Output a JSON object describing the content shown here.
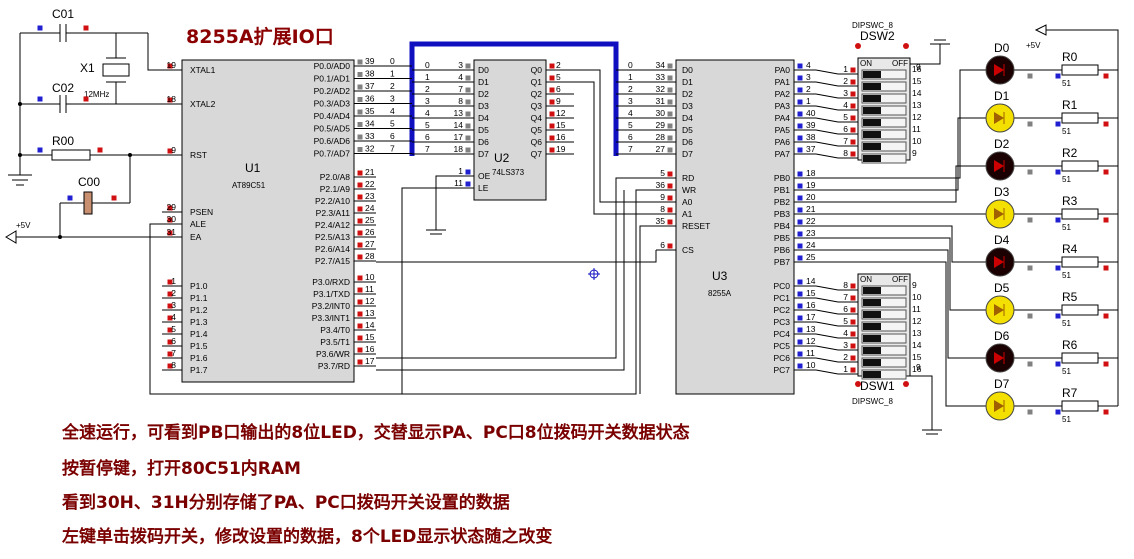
{
  "title": "8255A扩展IO口",
  "notes": [
    "全速运行，可看到PB口输出的8位LED，交替显示PA、PC口8位拨码开关数据状态",
    "按暂停键，打开80C51内RAM",
    "看到30H、31H分别存储了PA、PC口拨码开关设置的数据",
    "左键单击拨码开关，修改设置的数据，8个LED显示状态随之改变"
  ],
  "components": {
    "c01": "C01",
    "c02": "C02",
    "x1": "X1",
    "x1_value": "12MHz",
    "r00": "R00",
    "c00": "C00",
    "vcc_label": "+5V",
    "u1_ref": "U1",
    "u1_part": "AT89C51",
    "u2_ref": "U2",
    "u2_part": "74LS373",
    "u3_ref": "U3",
    "u3_part": "8255A",
    "dsw2_ref": "DSW2",
    "dsw2_part": "DIPSWC_8",
    "dsw1_ref": "DSW1",
    "dsw1_part": "DIPSWC_8",
    "dsw_on": "ON",
    "dsw_off": "OFF",
    "vcc_right": "+5V"
  },
  "u1": {
    "left_pins": [
      {
        "num": "19",
        "name": "XTAL1"
      },
      {
        "num": "18",
        "name": "XTAL2"
      },
      {
        "num": "9",
        "name": "RST"
      },
      {
        "num": "29",
        "name": "PSEN"
      },
      {
        "num": "30",
        "name": "ALE"
      },
      {
        "num": "31",
        "name": "EA"
      },
      {
        "num": "1",
        "name": "P1.0"
      },
      {
        "num": "2",
        "name": "P1.1"
      },
      {
        "num": "3",
        "name": "P1.2"
      },
      {
        "num": "4",
        "name": "P1.3"
      },
      {
        "num": "5",
        "name": "P1.4"
      },
      {
        "num": "6",
        "name": "P1.5"
      },
      {
        "num": "7",
        "name": "P1.6"
      },
      {
        "num": "8",
        "name": "P1.7"
      }
    ],
    "right_pins": [
      {
        "num": "39",
        "name": "P0.0/AD0"
      },
      {
        "num": "38",
        "name": "P0.1/AD1"
      },
      {
        "num": "37",
        "name": "P0.2/AD2"
      },
      {
        "num": "36",
        "name": "P0.3/AD3"
      },
      {
        "num": "35",
        "name": "P0.4/AD4"
      },
      {
        "num": "34",
        "name": "P0.5/AD5"
      },
      {
        "num": "33",
        "name": "P0.6/AD6"
      },
      {
        "num": "32",
        "name": "P0.7/AD7"
      },
      {
        "num": "21",
        "name": "P2.0/A8"
      },
      {
        "num": "22",
        "name": "P2.1/A9"
      },
      {
        "num": "23",
        "name": "P2.2/A10"
      },
      {
        "num": "24",
        "name": "P2.3/A11"
      },
      {
        "num": "25",
        "name": "P2.4/A12"
      },
      {
        "num": "26",
        "name": "P2.5/A13"
      },
      {
        "num": "27",
        "name": "P2.6/A14"
      },
      {
        "num": "28",
        "name": "P2.7/A15"
      },
      {
        "num": "10",
        "name": "P3.0/RXD"
      },
      {
        "num": "11",
        "name": "P3.1/TXD"
      },
      {
        "num": "12",
        "name": "P3.2/INT0"
      },
      {
        "num": "13",
        "name": "P3.3/INT1"
      },
      {
        "num": "14",
        "name": "P3.4/T0"
      },
      {
        "num": "15",
        "name": "P3.5/T1"
      },
      {
        "num": "16",
        "name": "P3.6/WR"
      },
      {
        "num": "17",
        "name": "P3.7/RD"
      }
    ]
  },
  "bus_wire_labels": [
    "0",
    "1",
    "2",
    "3",
    "4",
    "5",
    "6",
    "7"
  ],
  "u2": {
    "left_pins": [
      {
        "num": "3",
        "name": "D0"
      },
      {
        "num": "4",
        "name": "D1"
      },
      {
        "num": "7",
        "name": "D2"
      },
      {
        "num": "8",
        "name": "D3"
      },
      {
        "num": "13",
        "name": "D4"
      },
      {
        "num": "14",
        "name": "D5"
      },
      {
        "num": "17",
        "name": "D6"
      },
      {
        "num": "18",
        "name": "D7"
      },
      {
        "num": "1",
        "name": "OE"
      },
      {
        "num": "11",
        "name": "LE"
      }
    ],
    "right_pins": [
      {
        "num": "2",
        "name": "Q0"
      },
      {
        "num": "5",
        "name": "Q1"
      },
      {
        "num": "6",
        "name": "Q2"
      },
      {
        "num": "9",
        "name": "Q3"
      },
      {
        "num": "12",
        "name": "Q4"
      },
      {
        "num": "15",
        "name": "Q5"
      },
      {
        "num": "16",
        "name": "Q6"
      },
      {
        "num": "19",
        "name": "Q7"
      }
    ]
  },
  "u3": {
    "left_pins": [
      {
        "num": "34",
        "name": "D0"
      },
      {
        "num": "33",
        "name": "D1"
      },
      {
        "num": "32",
        "name": "D2"
      },
      {
        "num": "31",
        "name": "D3"
      },
      {
        "num": "30",
        "name": "D4"
      },
      {
        "num": "29",
        "name": "D5"
      },
      {
        "num": "28",
        "name": "D6"
      },
      {
        "num": "27",
        "name": "D7"
      },
      {
        "num": "5",
        "name": "RD"
      },
      {
        "num": "36",
        "name": "WR"
      },
      {
        "num": "9",
        "name": "A0"
      },
      {
        "num": "8",
        "name": "A1"
      },
      {
        "num": "35",
        "name": "RESET"
      },
      {
        "num": "6",
        "name": "CS"
      }
    ],
    "right_pins": [
      {
        "num": "4",
        "name": "PA0"
      },
      {
        "num": "3",
        "name": "PA1"
      },
      {
        "num": "2",
        "name": "PA2"
      },
      {
        "num": "1",
        "name": "PA3"
      },
      {
        "num": "40",
        "name": "PA4"
      },
      {
        "num": "39",
        "name": "PA5"
      },
      {
        "num": "38",
        "name": "PA6"
      },
      {
        "num": "37",
        "name": "PA7"
      },
      {
        "num": "18",
        "name": "PB0"
      },
      {
        "num": "19",
        "name": "PB1"
      },
      {
        "num": "20",
        "name": "PB2"
      },
      {
        "num": "21",
        "name": "PB3"
      },
      {
        "num": "22",
        "name": "PB4"
      },
      {
        "num": "23",
        "name": "PB5"
      },
      {
        "num": "24",
        "name": "PB6"
      },
      {
        "num": "25",
        "name": "PB7"
      },
      {
        "num": "14",
        "name": "PC0"
      },
      {
        "num": "15",
        "name": "PC1"
      },
      {
        "num": "16",
        "name": "PC2"
      },
      {
        "num": "17",
        "name": "PC3"
      },
      {
        "num": "13",
        "name": "PC4"
      },
      {
        "num": "12",
        "name": "PC5"
      },
      {
        "num": "11",
        "name": "PC6"
      },
      {
        "num": "10",
        "name": "PC7"
      }
    ]
  },
  "dsw2_pins_left": [
    "1",
    "2",
    "3",
    "4",
    "5",
    "6",
    "7",
    "8"
  ],
  "dsw2_pins_right": [
    "16",
    "15",
    "14",
    "13",
    "12",
    "11",
    "10",
    "9"
  ],
  "dsw2_common": "9",
  "dsw1_pins_left": [
    "8",
    "7",
    "6",
    "5",
    "4",
    "3",
    "2",
    "1"
  ],
  "dsw1_pins_right": [
    "9",
    "10",
    "11",
    "12",
    "13",
    "14",
    "15",
    "16"
  ],
  "dsw1_common": "9",
  "leds": [
    {
      "ref": "D0",
      "state": "off"
    },
    {
      "ref": "D1",
      "state": "on"
    },
    {
      "ref": "D2",
      "state": "off"
    },
    {
      "ref": "D3",
      "state": "on"
    },
    {
      "ref": "D4",
      "state": "off"
    },
    {
      "ref": "D5",
      "state": "on"
    },
    {
      "ref": "D6",
      "state": "off"
    },
    {
      "ref": "D7",
      "state": "on"
    }
  ],
  "resistors": [
    {
      "ref": "R0",
      "value": "51"
    },
    {
      "ref": "R1",
      "value": "51"
    },
    {
      "ref": "R2",
      "value": "51"
    },
    {
      "ref": "R3",
      "value": "51"
    },
    {
      "ref": "R4",
      "value": "51"
    },
    {
      "ref": "R5",
      "value": "51"
    },
    {
      "ref": "R6",
      "value": "51"
    },
    {
      "ref": "R7",
      "value": "51"
    }
  ],
  "colors": {
    "wire": "#000000",
    "bus": "#1010c0",
    "chip_fill": "#d8d8d8",
    "pin_red": "#d01010",
    "pin_blue": "#2020d0",
    "pin_grey": "#808080",
    "led_on": "#f4e000",
    "led_off": "#1a0000",
    "note_text": "#7a0000",
    "title_text": "#8b0000"
  }
}
